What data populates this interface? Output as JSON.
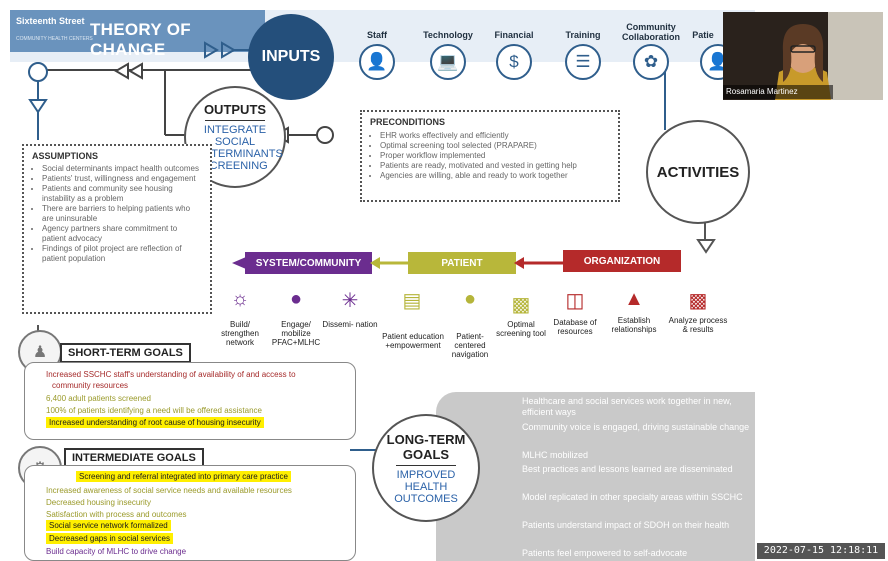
{
  "header": {
    "logo_name": "Sixteenth Street",
    "logo_sub": "COMMUNITY HEALTH CENTERS",
    "title": "THEORY OF CHANGE"
  },
  "inputs": {
    "title": "INPUTS",
    "items": [
      {
        "label": "Staff",
        "icon": "person-icon"
      },
      {
        "label": "Technology",
        "icon": "computer-icon"
      },
      {
        "label": "Financial",
        "icon": "money-bag-icon"
      },
      {
        "label": "Training",
        "icon": "presentation-icon"
      },
      {
        "label": "Community Collaboration",
        "icon": "community-icon"
      },
      {
        "label": "Patie",
        "icon": "patient-icon"
      }
    ]
  },
  "outputs": {
    "title": "OUTPUTS",
    "text": "INTEGRATE SOCIAL DETERMINANTS SCREENING"
  },
  "preconditions": {
    "title": "PRECONDITIONS",
    "items": [
      "EHR works effectively and efficiently",
      "Optimal screening tool selected (PRAPARE)",
      "Proper workflow implemented",
      "Patients are ready, motivated and vested in getting help",
      "Agencies are willing, able and ready to work together"
    ]
  },
  "activities": {
    "title": "ACTIVITIES"
  },
  "assumptions": {
    "title": "ASSUMPTIONS",
    "items": [
      "Social determinants impact health outcomes",
      "Patients' trust, willingness and engagement",
      "Patients and community see housing instability as a problem",
      "There are barriers to helping patients who are uninsurable",
      "Agency partners share commitment to patient advocacy",
      "Findings of pilot project are reflection of patient population"
    ]
  },
  "bands": {
    "system": "SYSTEM/COMMUNITY",
    "patient": "PATIENT",
    "organization": "ORGANIZATION"
  },
  "activity_items": [
    {
      "label": "Build/ strengthen network",
      "icon": "network-icon",
      "color": "#6b2d8f"
    },
    {
      "label": "Engage/ mobilize PFAC+MLHC",
      "icon": "person-icon",
      "color": "#6b2d8f"
    },
    {
      "label": "Dissemi- nation",
      "icon": "burst-icon",
      "color": "#6b2d8f"
    },
    {
      "label": "Patient education +empowerment",
      "icon": "document-icon",
      "color": "#b5b53a"
    },
    {
      "label": "Patient- centered navigation",
      "icon": "person-icon",
      "color": "#b5b53a"
    },
    {
      "label": "Optimal screening tool",
      "icon": "clipboard-icon",
      "color": "#b5b53a"
    },
    {
      "label": "Database of resources",
      "icon": "database-icon",
      "color": "#b52a2a"
    },
    {
      "label": "Establish relationships",
      "icon": "people-icon",
      "color": "#b52a2a"
    },
    {
      "label": "Analyze process & results",
      "icon": "chart-icon",
      "color": "#b52a2a"
    }
  ],
  "short_term": {
    "title": "SHORT-TERM GOALS",
    "items": [
      {
        "text": "Increased SSCHC staff's understanding of availability of and access to",
        "color": "#a52a2a"
      },
      {
        "text": "community resources",
        "color": "#a52a2a"
      },
      {
        "text": "6,400 adult patients screened",
        "color": "#9a9a2a"
      },
      {
        "text": "100% of patients identifying a need will be offered assistance",
        "color": "#9a9a2a"
      },
      {
        "text": "Increased understanding of root cause of housing insecurity",
        "color": "#1a1a1a"
      }
    ]
  },
  "intermediate": {
    "title": "INTERMEDIATE GOALS",
    "items": [
      {
        "text": "Screening and referral integrated into primary care practice",
        "color": "#a52a2a"
      },
      {
        "text": "Increased awareness of social service needs and available resources",
        "color": "#9a9a2a"
      },
      {
        "text": "Decreased housing insecurity",
        "color": "#9a9a2a"
      },
      {
        "text": "Satisfaction with process and outcomes",
        "color": "#9a9a2a"
      },
      {
        "text": "Social service network formalized",
        "color": "#6b2d8f"
      },
      {
        "text": "Decreased gaps in social services",
        "color": "#6b2d8f"
      },
      {
        "text": "Build capacity of MLHC to drive change",
        "color": "#6b2d8f"
      }
    ]
  },
  "long_term": {
    "title": "LONG-TERM GOALS",
    "subtitle": "IMPROVED HEALTH OUTCOMES",
    "items": [
      "Healthcare and social services work together in new, efficient ways",
      "Community voice is engaged, driving sustainable change",
      "MLHC mobilized",
      "Best practices and lessons learned are disseminated",
      "Model replicated in other specialty areas within SSCHC",
      "Patients understand impact of SDOH on their health",
      "Patients feel empowered to self-advocate"
    ]
  },
  "webcam": {
    "name": "Rosamaria Martinez"
  },
  "timestamp": "2022-07-15 12:18:11"
}
